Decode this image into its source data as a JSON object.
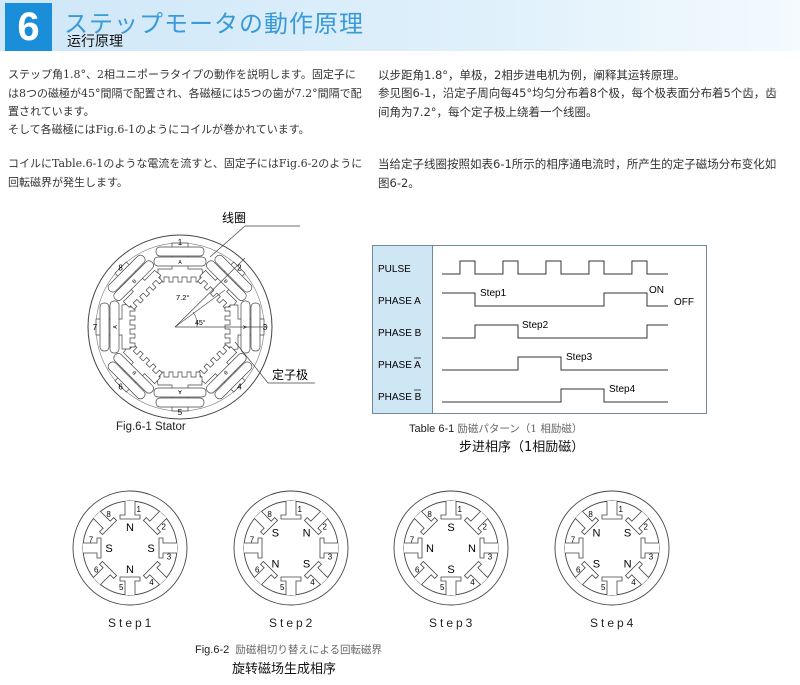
{
  "header": {
    "number": "6",
    "title": "ステップモータの動作原理",
    "subtitle": "运行原理"
  },
  "jp_text": {
    "p1": "ステップ角1.8°、2相ユニポーラタイプの動作を説明します。固定子には8つの磁極が45°間隔で配置され、各磁極には5つの歯が7.2°間隔で配置されています。",
    "p2": "そして各磁極にはFig.6-1のようにコイルが巻かれています。",
    "p3": "コイルにTable.6-1のような電流を流すと、固定子にはFig.6-2のように回転磁界が発生します。"
  },
  "zh_text": {
    "p1": "以步距角1.8°，单极，2相步进电机为例，阐释其运转原理。",
    "p2": "参见图6-1，沿定子周向每45°均匀分布着8个极，每个极表面分布着5个齿，齿间角为7.2°，每个定子极上绕着一个线圈。",
    "p3": "当给定子线圈按照如表6-1所示的相序通电流时，所产生的定子磁场分布变化如图6-2。"
  },
  "fig1": {
    "caption": "Fig.6-1  Stator",
    "coil_label": "线圈",
    "pole_label": "定子极",
    "angle_tooth": "7.2°",
    "angle_pole": "45°",
    "pole_numbers": [
      "1",
      "2",
      "3",
      "4",
      "5",
      "6",
      "7",
      "8"
    ],
    "coil_marks": [
      "A",
      "B",
      "A",
      "B",
      "A",
      "B",
      "A",
      "B"
    ]
  },
  "table1": {
    "signals": [
      {
        "label": "PULSE",
        "type": "pulse",
        "pulses": [
          1,
          2,
          3,
          4,
          5
        ]
      },
      {
        "label": "PHASE A",
        "high": [
          [
            0,
            1
          ],
          [
            4,
            5
          ]
        ]
      },
      {
        "label": "PHASE B",
        "high": [
          [
            1,
            2
          ],
          [
            5,
            6
          ]
        ]
      },
      {
        "label": "PHASE A",
        "bar": true,
        "high": [
          [
            2,
            3
          ]
        ]
      },
      {
        "label": "PHASE B",
        "bar": true,
        "high": [
          [
            3,
            4
          ]
        ]
      }
    ],
    "step_labels": [
      "Step1",
      "Step2",
      "Step3",
      "Step4"
    ],
    "on_label": "ON",
    "off_label": "OFF",
    "caption_en": "Table 6-1",
    "caption_jp": "励磁パターン（1 相励磁）",
    "caption_zh": "步进相序（1相励磁）"
  },
  "fig2": {
    "steps": [
      {
        "label": "Step1",
        "poles": {
          "1": "N",
          "3": "S",
          "5": "N",
          "7": "S"
        }
      },
      {
        "label": "Step2",
        "poles": {
          "2": "N",
          "4": "S",
          "6": "N",
          "8": "S"
        }
      },
      {
        "label": "Step3",
        "poles": {
          "1": "S",
          "3": "N",
          "5": "S",
          "7": "N"
        }
      },
      {
        "label": "Step4",
        "poles": {
          "2": "S",
          "4": "N",
          "6": "S",
          "8": "N"
        }
      }
    ],
    "caption_en": "Fig.6-2",
    "caption_jp": "励磁相切り替えによる回転磁界",
    "caption_zh": "旋转磁场生成相序"
  }
}
